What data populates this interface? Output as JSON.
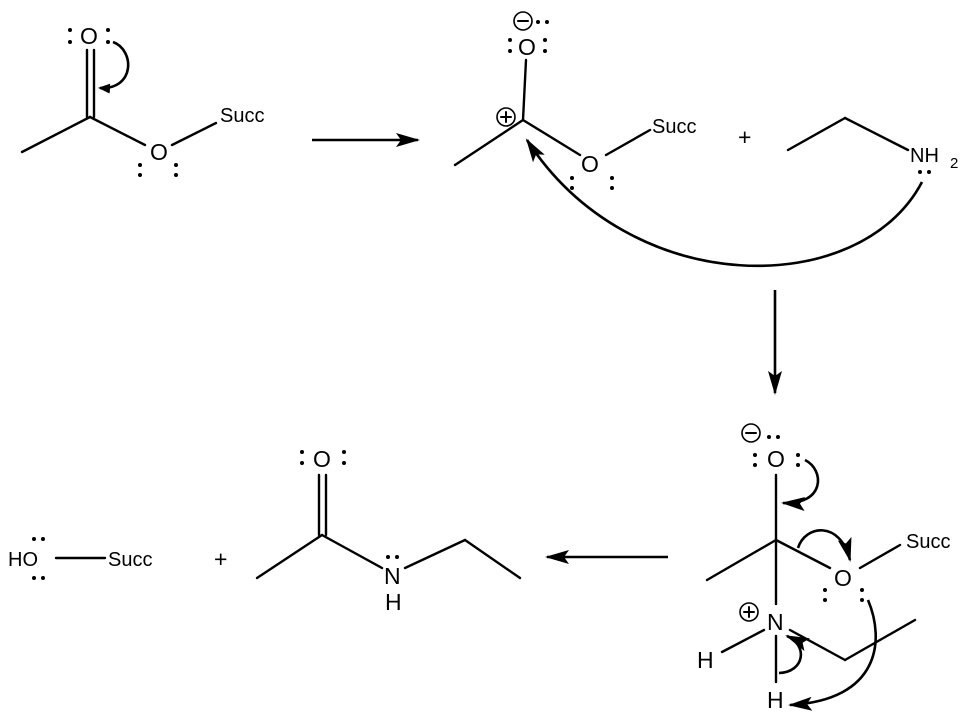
{
  "labels": {
    "oxygen": "O",
    "nitrogen": "N",
    "hydrogen": "H",
    "succ": "Succ",
    "nh": "NH",
    "nh_sub": "2",
    "ho": "HO",
    "plus": "+",
    "minus_charge": "−",
    "plus_charge": "+"
  },
  "colors": {
    "ink": "#000000",
    "background": "#ffffff"
  }
}
